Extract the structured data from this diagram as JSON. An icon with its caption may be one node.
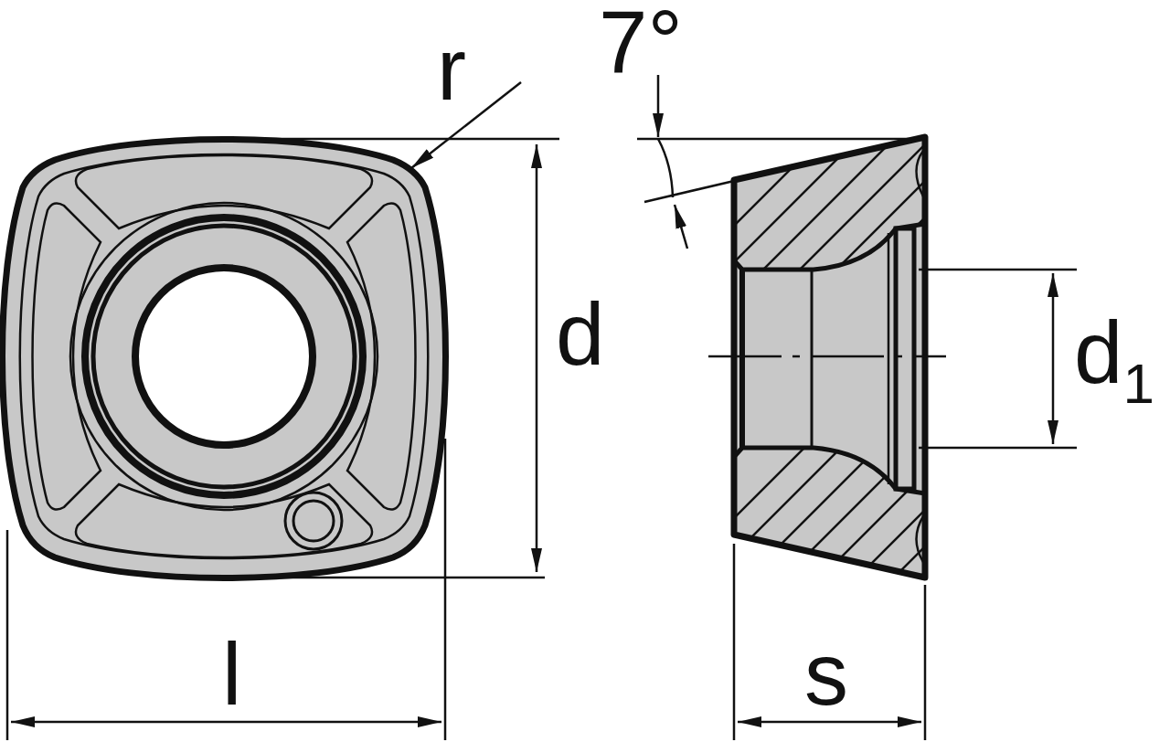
{
  "diagram": {
    "labels": [
      "r",
      "7°",
      "d",
      "d$_{1}$",
      "l",
      "s"
    ]
  }
}
